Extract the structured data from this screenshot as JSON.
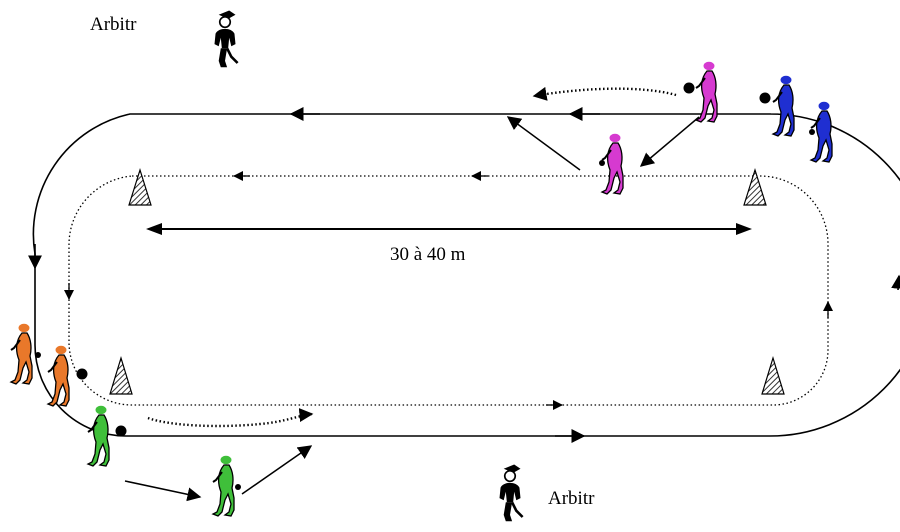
{
  "labels": {
    "referee_top": "Arbitr",
    "referee_bottom": "Arbitr",
    "distance": "30 à 40 m"
  },
  "colors": {
    "line": "#000000",
    "cone_fill": "#bfbfbf",
    "team_pink": "#d63ad0",
    "team_blue": "#1f2fd1",
    "team_orange": "#e9782a",
    "team_green": "#3fbf3a",
    "referee": "#000000",
    "ball": "#000000"
  },
  "icons": {
    "cone": "striped-cone-icon",
    "player": "running-player-icon",
    "referee": "referee-icon",
    "ball": "ball-icon"
  }
}
